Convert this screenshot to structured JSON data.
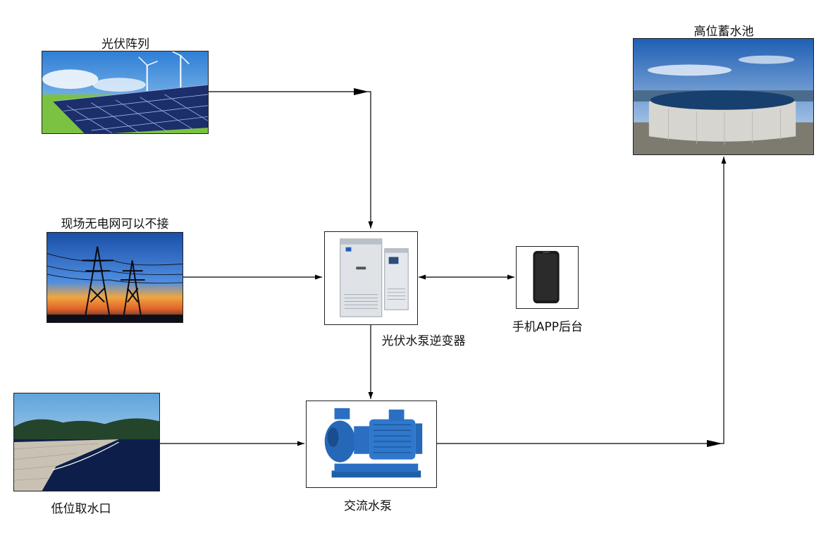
{
  "nodes": {
    "pv_array": {
      "label": "光伏阵列"
    },
    "grid": {
      "label": "现场无电网可以不接"
    },
    "inverter": {
      "label": "光伏水泵逆变器"
    },
    "app": {
      "label": "手机APP后台"
    },
    "low_source": {
      "label": "低位取水口"
    },
    "pump": {
      "label": "交流水泵"
    },
    "reservoir": {
      "label": "高位蓄水池"
    }
  },
  "connections": [
    {
      "from": "pv_array",
      "to": "inverter",
      "direction": "forward"
    },
    {
      "from": "grid",
      "to": "inverter",
      "direction": "forward"
    },
    {
      "from": "inverter",
      "to": "app",
      "direction": "both"
    },
    {
      "from": "inverter",
      "to": "pump",
      "direction": "forward"
    },
    {
      "from": "low_source",
      "to": "pump",
      "direction": "forward"
    },
    {
      "from": "pump",
      "to": "reservoir",
      "direction": "forward"
    }
  ],
  "colors": {
    "line": "#000000",
    "border": "#222222"
  }
}
